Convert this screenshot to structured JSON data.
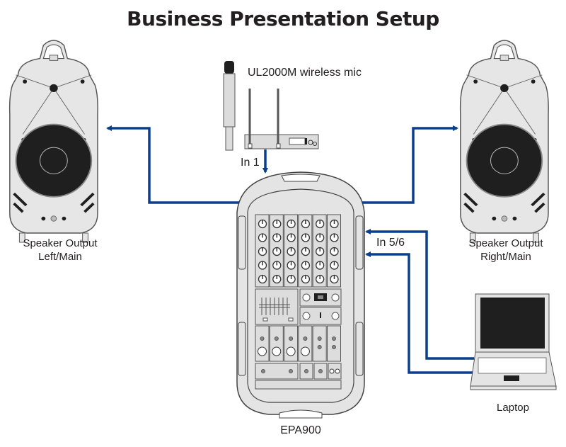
{
  "title": "Business Presentation Setup",
  "devices": {
    "mic": {
      "label": "UL2000M wireless mic",
      "icon": "wireless-mic-icon"
    },
    "mixer": {
      "label": "EPA900",
      "icon": "pa-mixer-icon"
    },
    "speaker_left": {
      "label_line1": "Speaker Output",
      "label_line2": "Left/Main",
      "icon": "speaker-icon"
    },
    "speaker_right": {
      "label_line1": "Speaker Output",
      "label_line2": "Right/Main",
      "icon": "speaker-icon"
    },
    "laptop": {
      "label": "Laptop",
      "icon": "laptop-icon"
    }
  },
  "connections": [
    {
      "from": "UL2000M wireless mic",
      "to": "EPA900",
      "label": "In 1"
    },
    {
      "from": "EPA900",
      "to": "Speaker Output Left/Main",
      "label": ""
    },
    {
      "from": "EPA900",
      "to": "Speaker Output Right/Main",
      "label": ""
    },
    {
      "from": "Laptop",
      "to": "EPA900",
      "label": "In 5/6"
    }
  ],
  "colors": {
    "cable": "#0a3f8c",
    "device_fill": "#e4e4e4",
    "device_stroke": "#4a4a4a",
    "dark": "#1f1f1f"
  }
}
